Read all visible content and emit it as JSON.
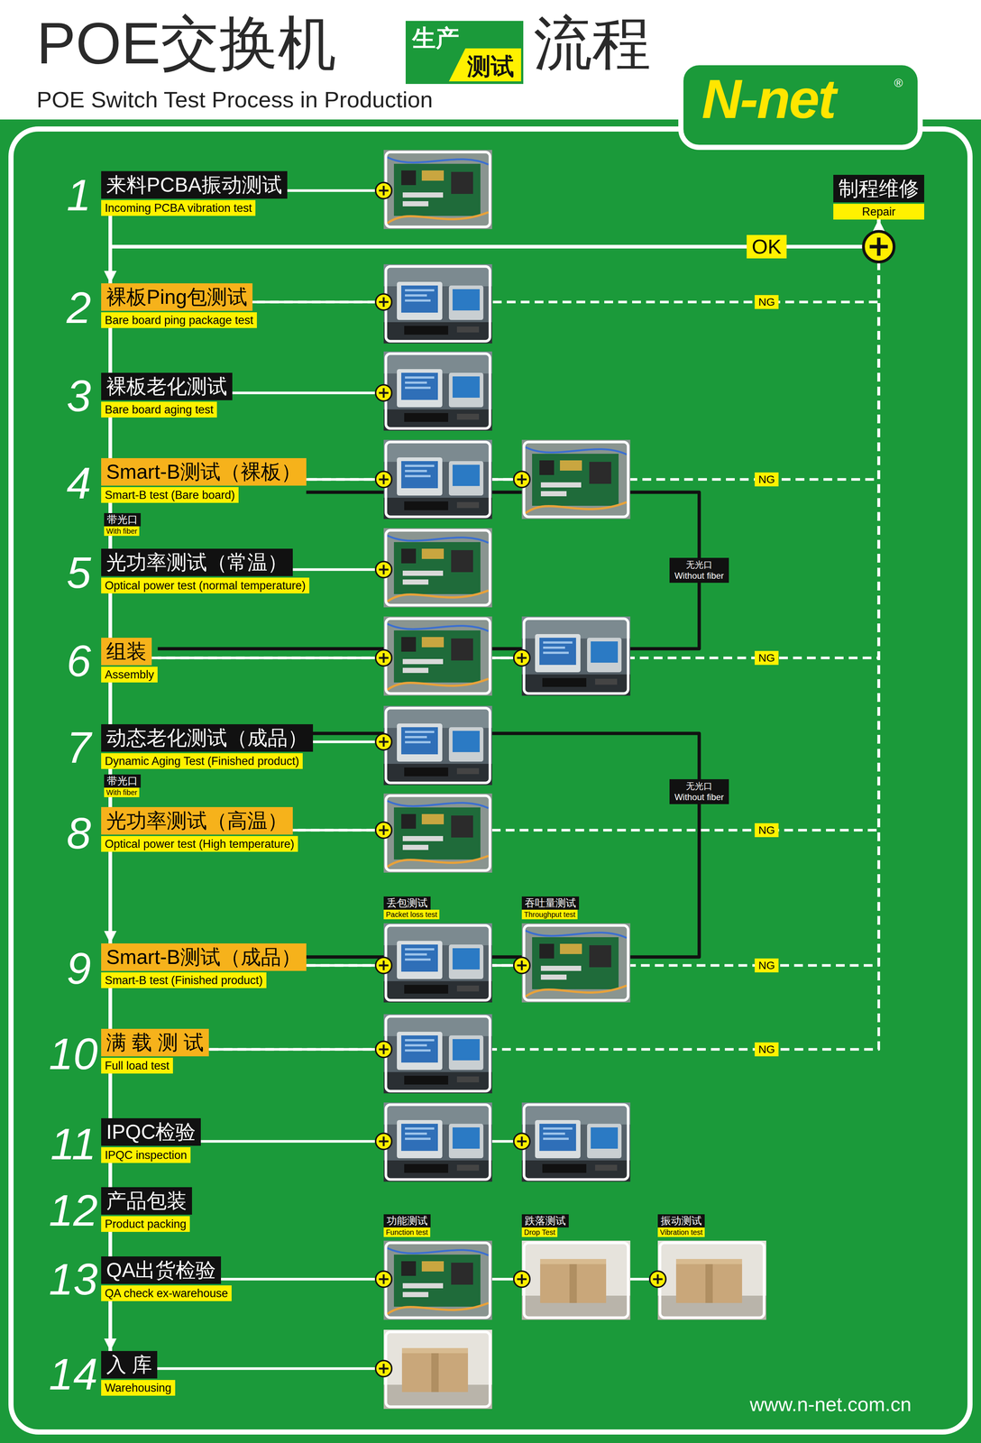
{
  "diagram": {
    "title": "POE交换机",
    "nodes": [
      {
        "text": [
          "来料PCBA振动测试",
          "Incoming PCBA vibration test"
        ]
      },
      {
        "text": [
          "裸板Ping包测试",
          "Bare board ping package test"
        ]
      },
      {
        "text": [
          "裸板老化测试",
          "Bare board aging test"
        ]
      },
      {
        "text": [
          "Smart-B测试（裸板）",
          "Smart-B test (Bare board)"
        ]
      },
      {
        "text": [
          "光功率测试（常温）",
          "Optical power test (normal temperature)"
        ]
      },
      {
        "text": [
          "组装",
          "Assembly"
        ]
      },
      {
        "text": [
          "动态老化测试（成品）",
          "Dynamic Aging Test (Finished product)"
        ]
      },
      {
        "text": [
          "光功率测试（高温）",
          "Optical power test (High temperature)"
        ]
      },
      {
        "text": [
          "Smart-B测试（成品）",
          "Smart-B test (Finished product)"
        ]
      },
      {
        "text": [
          "满 载 测 试",
          "Full load test"
        ]
      },
      {
        "text": [
          "IPQC检验",
          "IPQC inspection"
        ]
      },
      {
        "text": [
          "产品包装",
          "Product packing"
        ]
      },
      {
        "text": [
          "QA出货检验",
          "QA check ex-warehouse"
        ]
      },
      {
        "text": [
          "入 库",
          "Warehousing"
        ]
      },
      {
        "text": [
          "制程维修",
          "Repair"
        ]
      }
    ],
    "edges": [
      {
        "from": 0,
        "to": 1,
        "arrow": "to"
      },
      {
        "from": 1,
        "to": 2,
        "arrow": "none"
      },
      {
        "from": 2,
        "to": 3,
        "arrow": "none"
      },
      {
        "from": 3,
        "to": 4,
        "arrow": "none"
      },
      {
        "from": 4,
        "to": 5,
        "arrow": "none"
      },
      {
        "from": 5,
        "to": 6,
        "arrow": "none"
      },
      {
        "from": 6,
        "to": 7,
        "arrow": "none"
      },
      {
        "from": 7,
        "to": 8,
        "arrow": "to"
      },
      {
        "from": 8,
        "to": 9,
        "arrow": "none"
      },
      {
        "from": 9,
        "to": 10,
        "arrow": "none"
      },
      {
        "from": 10,
        "to": 11,
        "arrow": "none"
      },
      {
        "from": 11,
        "to": 12,
        "arrow": "none"
      },
      {
        "from": 12,
        "to": 13,
        "arrow": "to"
      },
      {
        "from": 1,
        "to": 14,
        "label": "NG",
        "arrow": "to"
      },
      {
        "from": 3,
        "to": 14,
        "label": "NG",
        "arrow": "to"
      },
      {
        "from": 5,
        "to": 14,
        "label": "NG",
        "arrow": "to"
      },
      {
        "from": 7,
        "to": 14,
        "label": "NG",
        "arrow": "to"
      },
      {
        "from": 8,
        "to": 14,
        "label": "NG",
        "arrow": "to"
      },
      {
        "from": 9,
        "to": 14,
        "label": "NG",
        "arrow": "to"
      },
      {
        "from": 14,
        "to": 1,
        "label": "OK",
        "arrow": "to"
      },
      {
        "from": 3,
        "to": 5,
        "label": "无光口 Without fiber",
        "arrow": "none"
      },
      {
        "from": 6,
        "to": 8,
        "label": "无光口 Without fiber",
        "arrow": "none"
      }
    ],
    "labels": [
      "生产",
      "测试",
      "流程",
      "POE Switch Test Process in Production",
      "N-net",
      "®",
      "1",
      "2",
      "3",
      "4",
      "5",
      "6",
      "7",
      "8",
      "9",
      "10",
      "11",
      "12",
      "13",
      "14",
      "带光口",
      "With fiber",
      "带光口",
      "With fiber",
      "丢包测试",
      "Packet loss test",
      "吞吐量测试",
      "Throughput test",
      "功能测试",
      "Function test",
      "跌落测试",
      "Drop Test",
      "振动测试",
      "Vibration test",
      "www.n-net.com.cn"
    ]
  }
}
